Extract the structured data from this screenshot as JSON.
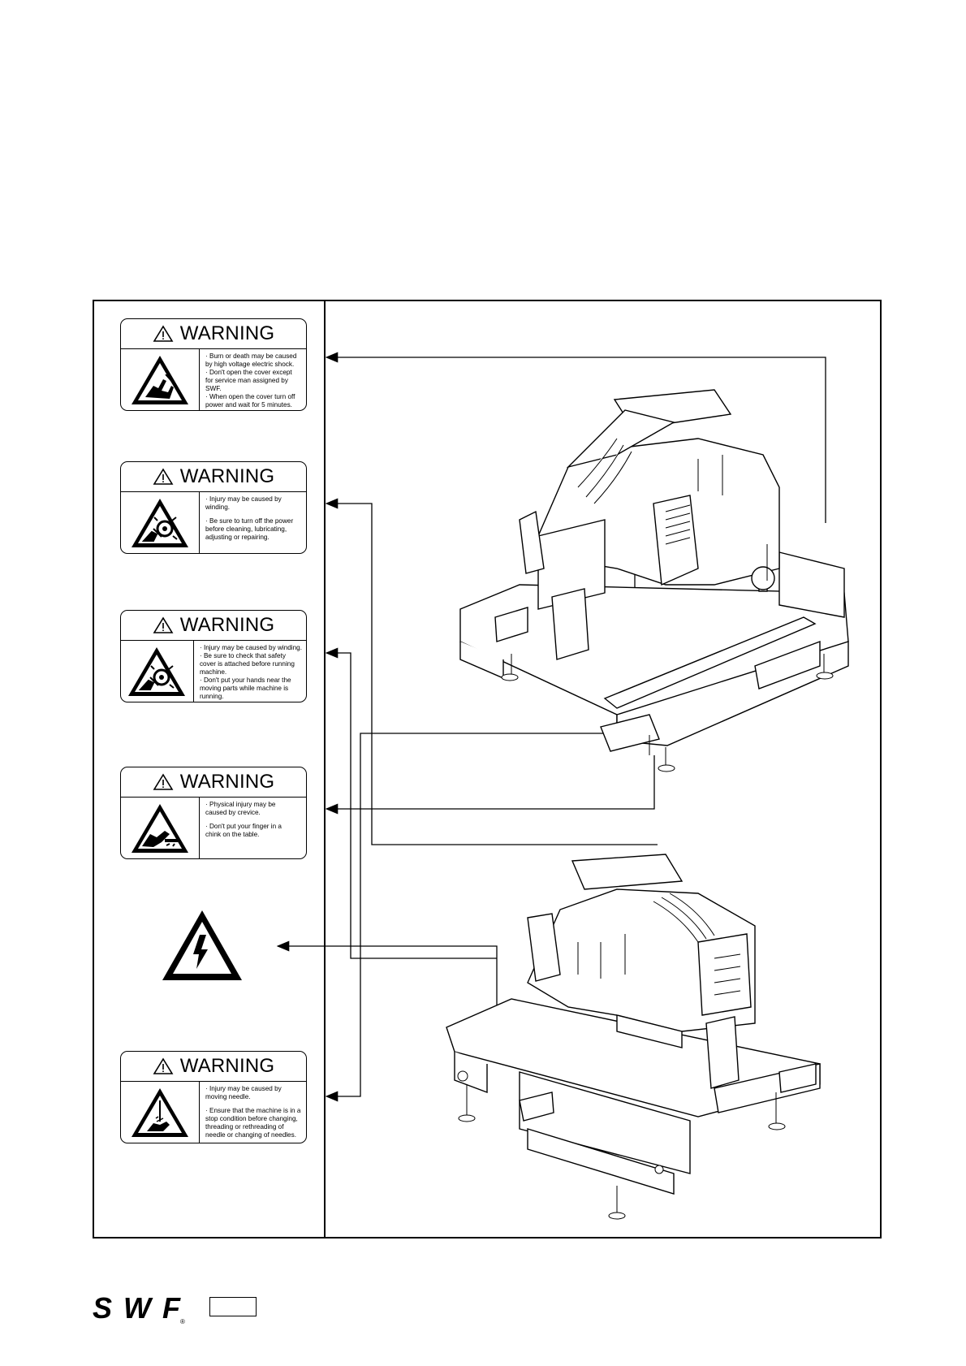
{
  "labels": [
    {
      "title": "WARNING",
      "lines": [
        "· Burn or death may be caused",
        "  by high voltage electric shock.",
        "· Don't open the cover except",
        "  for service man assigned by",
        "  SWF.",
        "· When open the cover turn off",
        "  power and wait for 5 minutes."
      ],
      "icon": "electric-shock-hand-icon"
    },
    {
      "title": "WARNING",
      "lines": [
        "· Injury may be caused by",
        "  winding.",
        "",
        "· Be sure to turn off the power",
        "  before cleaning, lubricating,",
        "  adjusting or repairing."
      ],
      "icon": "gear-hand-winding-icon"
    },
    {
      "title": "WARNING",
      "lines": [
        "· Injury may be caused by winding.",
        "· Be sure to check that safety",
        "  cover is attached before running",
        "  machine.",
        "· Don't put your hands near the",
        "  moving parts while machine is",
        "  running."
      ],
      "icon": "gear-hand-winding-icon"
    },
    {
      "title": "WARNING",
      "lines": [
        "· Physical injury may be",
        "  caused by crevice.",
        "",
        "· Don't put your finger in a",
        "  chink on the table."
      ],
      "icon": "crevice-finger-icon"
    },
    {
      "title": "WARNING",
      "lines": [
        "· Injury may be caused by",
        "  moving needle.",
        "",
        "· Ensure that the machine is in a",
        "  stop condition before changing,",
        "  threading or rethreading of",
        "  needle or changing of needles."
      ],
      "icon": "needle-hand-icon"
    }
  ],
  "high_voltage_symbol": "high-voltage-icon",
  "footer": {
    "logo_text": "SWF",
    "registered": "®",
    "page_number": ""
  }
}
